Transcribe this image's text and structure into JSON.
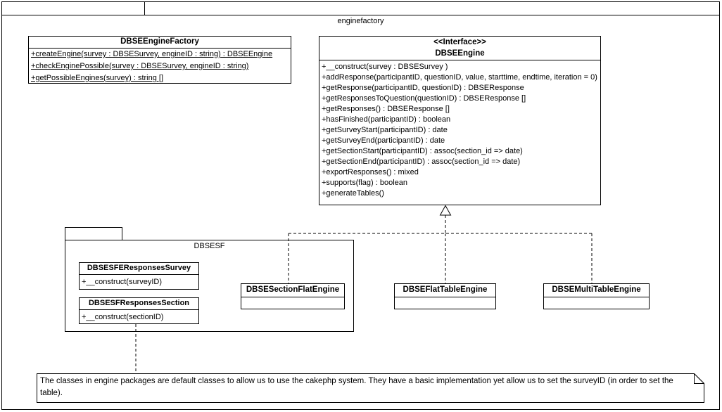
{
  "colors": {
    "background": "#ffffff",
    "line": "#000000",
    "text": "#000000"
  },
  "outer_package": {
    "name": "enginefactory"
  },
  "factory": {
    "title": "DBSEEngineFactory",
    "methods": [
      "+createEngine(survey : DBSESurvey, engineID : string) : DBSEEngine",
      "+checkEnginePossible(survey : DBSESurvey, engineID : string)",
      "+getPossibleEngines(survey) : string []"
    ]
  },
  "engine_interface": {
    "stereotype": "<<Interface>>",
    "name": "DBSEEngine",
    "methods": [
      "+__construct(survey : DBSESurvey )",
      "+addResponse(participantID, questionID, value, starttime, endtime, iteration = 0)",
      "+getResponse(participantID, questionID) : DBSEResponse",
      "+getResponsesToQuestion(questionID) : DBSEResponse []",
      "+getResponses() : DBSEResponse []",
      "+hasFinished(participantID) : boolean",
      "+getSurveyStart(participantID) : date",
      "+getSurveyEnd(participantID) : date",
      "+getSectionStart(participantID) : assoc(section_id => date)",
      "+getSectionEnd(participantID) : assoc(section_id => date)",
      "+exportResponses() : mixed",
      "+supports(flag) : boolean",
      "+generateTables()"
    ]
  },
  "dbsesf_package": {
    "name": "DBSESF",
    "classes": [
      {
        "title": "DBSESFEResponsesSurvey",
        "methods": [
          "+__construct(surveyID)"
        ]
      },
      {
        "title": "DBSESFResponsesSection",
        "methods": [
          "+__construct(sectionID)"
        ]
      }
    ]
  },
  "engine_classes": [
    {
      "title": "DBSESectionFlatEngine"
    },
    {
      "title": "DBSEFlatTableEngine"
    },
    {
      "title": "DBSEMultiTableEngine"
    }
  ],
  "note": {
    "text": "The classes in engine packages are default classes to allow us to use the cakephp system. They have a basic implementation yet allow us to set the surveyID (in order to set the table)."
  }
}
